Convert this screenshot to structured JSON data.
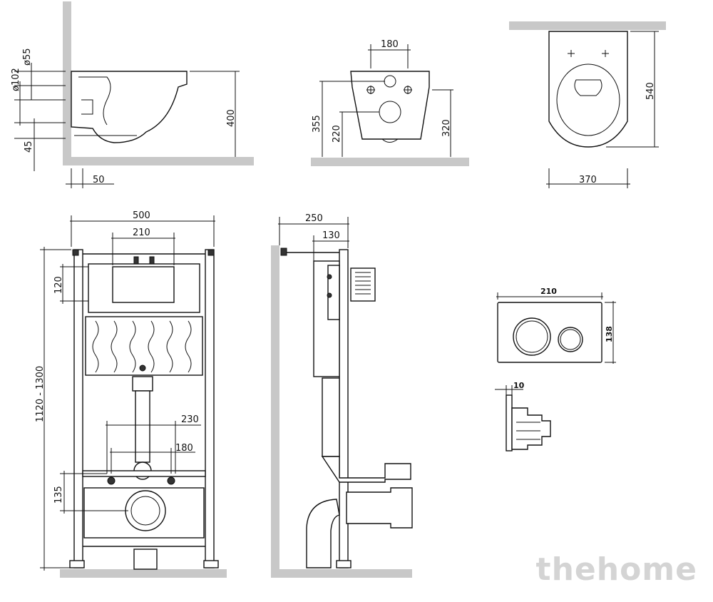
{
  "dimensions": {
    "side_d55": "ø55",
    "side_d102": "ø102",
    "side_45": "45",
    "side_400": "400",
    "side_50": "50",
    "front_180": "180",
    "front_355": "355",
    "front_220": "220",
    "front_320": "320",
    "top_540": "540",
    "top_370": "370",
    "frame_500": "500",
    "frame_210": "210",
    "frame_120": "120",
    "frame_height": "1120 - 1300",
    "frame_230": "230",
    "frame_180": "180",
    "frame_135": "135",
    "profile_250": "250",
    "profile_130": "130",
    "plate_210": "210",
    "plate_138": "138",
    "plate_10": "10"
  },
  "watermark": "thehome"
}
